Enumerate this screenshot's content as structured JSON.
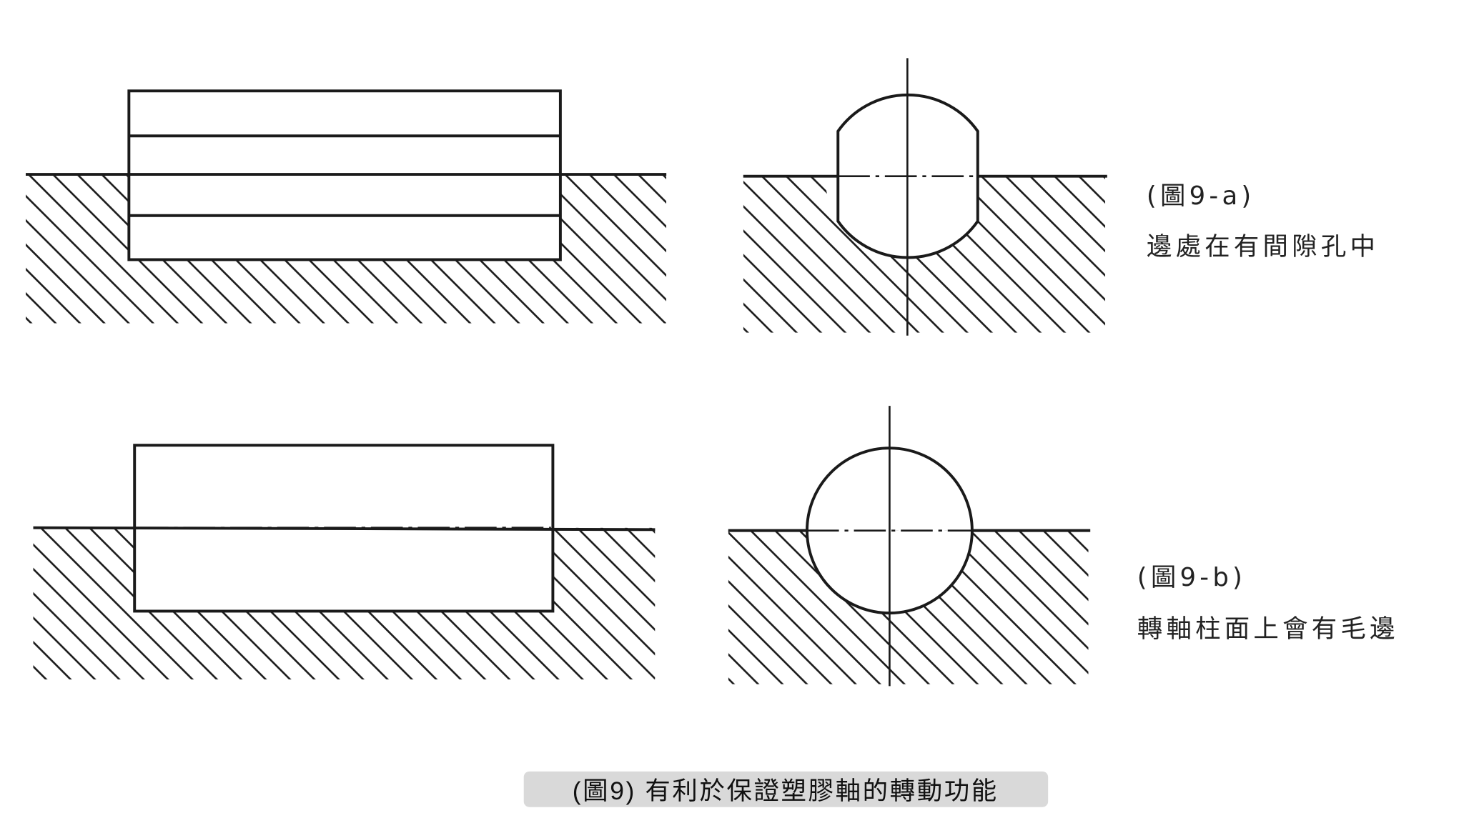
{
  "figure_a": {
    "label": "(圖9-a)",
    "description": "邊處在有間隙孔中"
  },
  "figure_b": {
    "label": "(圖9-b)",
    "description": "轉軸柱面上會有毛邊"
  },
  "caption": "(圖9) 有利於保證塑膠軸的轉動功能",
  "colors": {
    "line": "#1a1a1a",
    "caption_bg": "#d9d9d9"
  }
}
